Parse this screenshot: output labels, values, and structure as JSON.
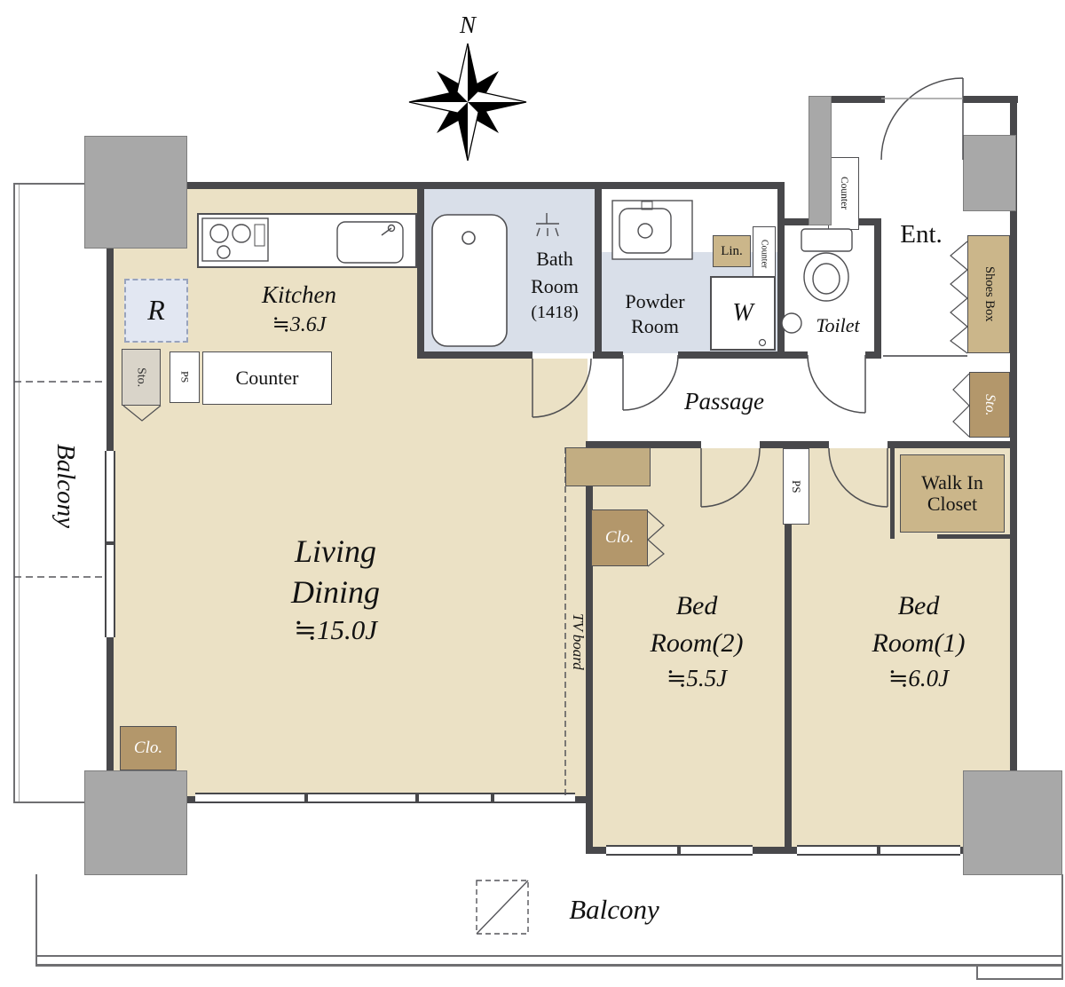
{
  "compass": {
    "north": "N"
  },
  "balcony": {
    "left": "Balcony",
    "bottom": "Balcony"
  },
  "rooms": {
    "kitchen": {
      "name": "Kitchen",
      "size": "≒3.6J"
    },
    "living_dining": {
      "line1": "Living",
      "line2": "Dining",
      "size": "≒15.0J"
    },
    "bath": {
      "line1": "Bath",
      "line2": "Room",
      "line3": "(1418)"
    },
    "powder": {
      "line1": "Powder",
      "line2": "Room"
    },
    "toilet": {
      "name": "Toilet"
    },
    "entrance": {
      "name": "Ent."
    },
    "passage": {
      "name": "Passage"
    },
    "bedroom2": {
      "line1": "Bed",
      "line2": "Room(2)",
      "size": "≒5.5J"
    },
    "bedroom1": {
      "line1": "Bed",
      "line2": "Room(1)",
      "size": "≒6.0J"
    },
    "walk_in_closet": {
      "line1": "Walk In",
      "line2": "Closet"
    }
  },
  "fixtures": {
    "refrigerator": "R",
    "storage_kitchen": "Sto.",
    "pipe_shaft_kitchen": "PS",
    "counter_kitchen": "Counter",
    "linen_cabinet": "Lin.",
    "counter_powder": "Counter",
    "washing_machine": "W",
    "counter_entrance": "Counter",
    "shoes_box": "Shoes Box",
    "storage_entrance": "Sto.",
    "pipe_shaft_bedroom": "PS",
    "closet_bedroom2": "Clo.",
    "tv_board": "TV board",
    "closet_living": "Clo."
  },
  "colors": {
    "floor_beige": "#ebe1c5",
    "wet_blue": "#d9dfe9",
    "closet_tan": "#cbb68a",
    "closet_dark_tan": "#b3976b",
    "column_gray": "#a8a8a8",
    "wall_gray": "#48484b",
    "refrigerator_blue": "#e2e7f2"
  }
}
